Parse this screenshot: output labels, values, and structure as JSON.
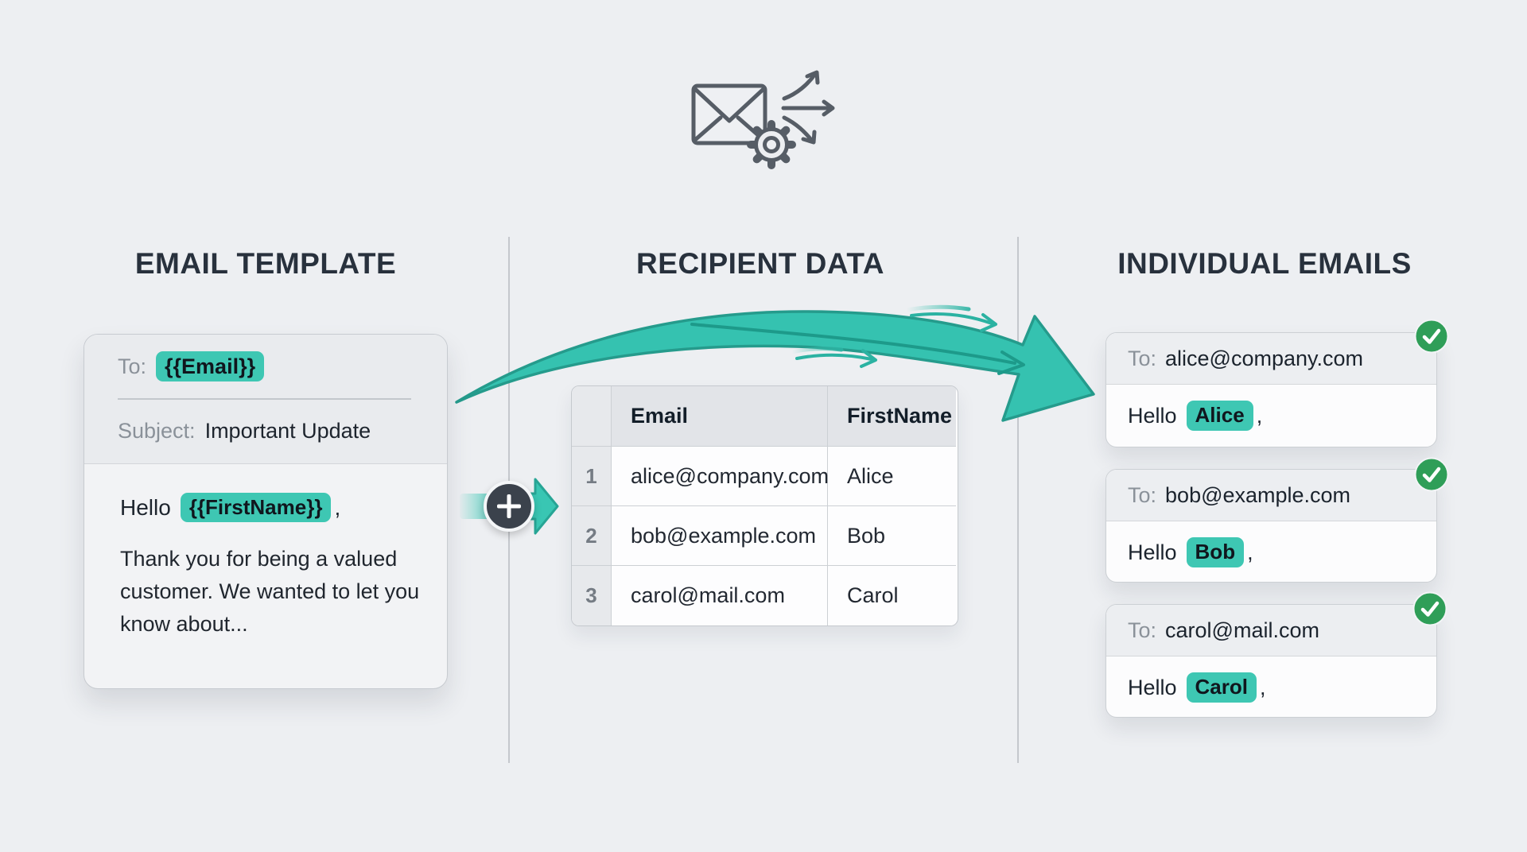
{
  "meta": {
    "background": "#edeff2",
    "accent_teal": "#3ec7b3",
    "arrow_teal": "#35c2b0",
    "success_green": "#2f9e58",
    "ink": "#1f2731",
    "muted_gray": "#8a9199"
  },
  "hero": {
    "icon": "mail-merge-icon"
  },
  "sections": {
    "template": {
      "title": "EMAIL TEMPLATE"
    },
    "recipients": {
      "title": "RECIPIENT DATA"
    },
    "output": {
      "title": "INDIVIDUAL EMAILS"
    }
  },
  "template_card": {
    "to_label": "To:",
    "to_variable": "{{Email}}",
    "subject_label": "Subject:",
    "subject_value": "Important Update",
    "greeting_prefix": "Hello",
    "greeting_variable": "{{FirstName}}",
    "greeting_suffix": ",",
    "body_text": "Thank you for being a valued customer. We wanted to let you know about..."
  },
  "recipient_table": {
    "columns": {
      "email": "Email",
      "first_name": "FirstName"
    },
    "rows": [
      {
        "num": "1",
        "email": "alice@company.com",
        "first_name": "Alice"
      },
      {
        "num": "2",
        "email": "bob@example.com",
        "first_name": "Bob"
      },
      {
        "num": "3",
        "email": "carol@mail.com",
        "first_name": "Carol"
      }
    ]
  },
  "emails": [
    {
      "to_label": "To:",
      "to_address": "alice@company.com",
      "greeting_prefix": "Hello",
      "name": "Alice",
      "greeting_suffix": ","
    },
    {
      "to_label": "To:",
      "to_address": "bob@example.com",
      "greeting_prefix": "Hello",
      "name": "Bob",
      "greeting_suffix": ","
    },
    {
      "to_label": "To:",
      "to_address": "carol@mail.com",
      "greeting_prefix": "Hello",
      "name": "Carol",
      "greeting_suffix": ","
    }
  ]
}
